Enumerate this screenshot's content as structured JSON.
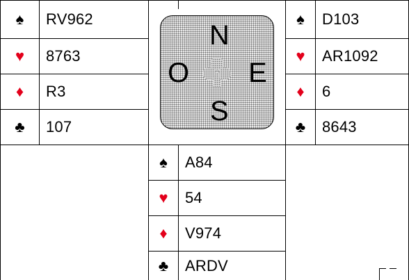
{
  "west": {
    "hands": [
      {
        "suit": "spades",
        "symbol": "♠",
        "color": "#000000",
        "holding": "RV962"
      },
      {
        "suit": "hearts",
        "symbol": "♥",
        "color": "#e3001b",
        "holding": "8763"
      },
      {
        "suit": "diamonds",
        "symbol": "♦",
        "color": "#e3001b",
        "holding": "R3"
      },
      {
        "suit": "clubs",
        "symbol": "♣",
        "color": "#000000",
        "holding": "107"
      }
    ]
  },
  "east": {
    "hands": [
      {
        "suit": "spades",
        "symbol": "♠",
        "color": "#000000",
        "holding": "D103"
      },
      {
        "suit": "hearts",
        "symbol": "♥",
        "color": "#e3001b",
        "holding": "AR1092"
      },
      {
        "suit": "diamonds",
        "symbol": "♦",
        "color": "#e3001b",
        "holding": "6"
      },
      {
        "suit": "clubs",
        "symbol": "♣",
        "color": "#000000",
        "holding": "8643"
      }
    ]
  },
  "south": {
    "hands": [
      {
        "suit": "spades",
        "symbol": "♠",
        "color": "#000000",
        "holding": "A84"
      },
      {
        "suit": "hearts",
        "symbol": "♥",
        "color": "#e3001b",
        "holding": "54"
      },
      {
        "suit": "diamonds",
        "symbol": "♦",
        "color": "#e3001b",
        "holding": "V974"
      },
      {
        "suit": "clubs",
        "symbol": "♣",
        "color": "#000000",
        "holding": "ARDV"
      }
    ]
  },
  "compass": {
    "north": "N",
    "south": "S",
    "west": "O",
    "east": "E",
    "center_icon": "club-icon",
    "background": "#e7e7e7"
  }
}
